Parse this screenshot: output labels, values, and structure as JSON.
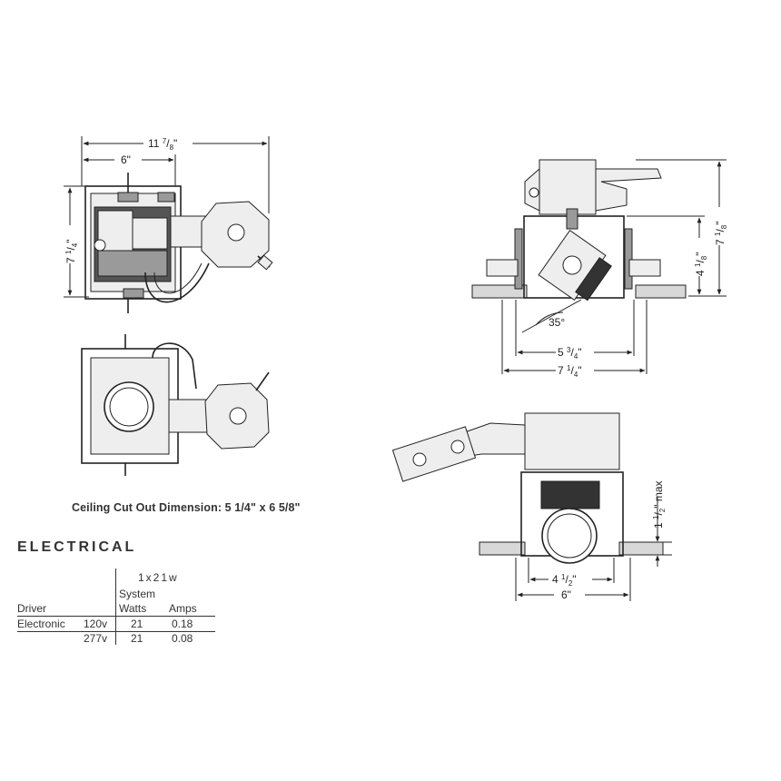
{
  "dimensions": {
    "top_view_width": "11 7/8\"",
    "top_view_inner_width": "6\"",
    "top_view_height": "7 1/4\"",
    "side_view_height_total": "7 1/8\"",
    "side_view_height_housing": "4 1/8\"",
    "tilt_angle": "35°",
    "side_view_inner_width": "5 3/4\"",
    "side_view_outer_width": "7 1/4\"",
    "front_view_max_thickness": "1 1/2\" max",
    "front_view_inner_width": "4 1/2\"",
    "front_view_outer_width": "6\""
  },
  "dim_parts": {
    "w11": [
      "11 ",
      "7",
      "/",
      "8",
      "\""
    ],
    "w6": [
      "6\""
    ],
    "h7": [
      "7 ",
      "1",
      "/",
      "4",
      "\""
    ],
    "h71": [
      "7 ",
      "1",
      "/",
      "8",
      "\""
    ],
    "h41": [
      "4 ",
      "1",
      "/",
      "8",
      "\""
    ],
    "w53": [
      "5 ",
      "3",
      "/",
      "4",
      "\""
    ],
    "w71": [
      "7 ",
      "1",
      "/",
      "4",
      "\""
    ],
    "hmax": [
      "1 ",
      "1",
      "/",
      "2",
      "\" max"
    ],
    "w41": [
      "4 ",
      "1",
      "/",
      "2",
      "\""
    ],
    "w6b": [
      "6\""
    ]
  },
  "ceiling_cutout": {
    "label": "Ceiling Cut Out Dimension: 5 1/4\" x 6 5/8\""
  },
  "electrical": {
    "heading": "ELECTRICAL",
    "config": "1x21w",
    "col_driver": "Driver",
    "col_system": "System",
    "col_watts": "Watts",
    "col_amps": "Amps",
    "rows": [
      {
        "driver": "Electronic",
        "voltage": "120v",
        "watts": "21",
        "amps": "0.18"
      },
      {
        "driver": "",
        "voltage": "277v",
        "watts": "21",
        "amps": "0.08"
      }
    ]
  }
}
